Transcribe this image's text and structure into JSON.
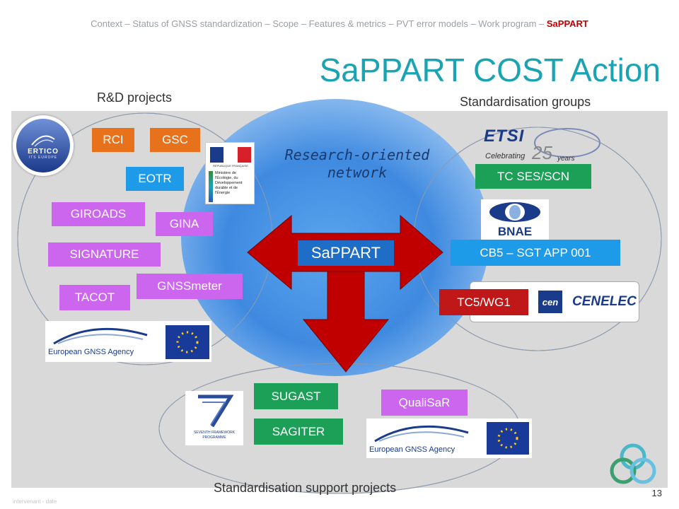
{
  "header": {
    "breadcrumb_prefix": "Context – Status of GNSS standardization – Scope – Features & metrics – PVT error models – Work program – ",
    "breadcrumb_active": "SaPPART"
  },
  "title": "SaPPART COST Action",
  "sections": {
    "rd_projects": "R&D projects",
    "standardisation_groups": "Standardisation groups",
    "support_projects": "Standardisation support projects",
    "research_network": "Research-oriented network"
  },
  "center": {
    "label": "SaPPART"
  },
  "rd_boxes": {
    "rci": "RCI",
    "gsc": "GSC",
    "eotr": "EOTR",
    "giroads": "GIROADS",
    "gina": "GINA",
    "signature": "SIGNATURE",
    "gnssmeter": "GNSSmeter",
    "tacot": "TACOT"
  },
  "std_boxes": {
    "tc_ses_scn": "TC SES/SCN",
    "cb5": "CB5 – SGT APP 001",
    "tc5_wg1": "TC5/WG1"
  },
  "support_boxes": {
    "sugast": "SUGAST",
    "sagiter": "SAGITER",
    "qualisar": "QualiSaR"
  },
  "logos": {
    "ertico": "ERTICO",
    "ertico_sub": "ITS EUROPE",
    "gsa": "European GNSS Agency",
    "etsi": "ETSI",
    "etsi_celebrating": "Celebrating",
    "etsi_years": "25",
    "etsi_years_word": "years",
    "bnae": "BNAE",
    "cen": "cen",
    "cenelec": "CENELEC",
    "fp7_line1": "SEVENTH FRAMEWORK",
    "fp7_line2": "PROGRAMME",
    "ministere": "Ministère de l'Écologie, du Développement durable et de l'Énergie",
    "republique": "RÉPUBLIQUE FRANÇAISE"
  },
  "footer": {
    "note": "intervenant - date",
    "page_number": "13"
  },
  "colors": {
    "title": "#1aa3b3",
    "orange": "#e8721c",
    "blue": "#1e9be8",
    "violet": "#cc66ee",
    "green": "#1ca058",
    "red": "#c01818",
    "arrow": "#c00000",
    "band": "#d9d9d9"
  }
}
